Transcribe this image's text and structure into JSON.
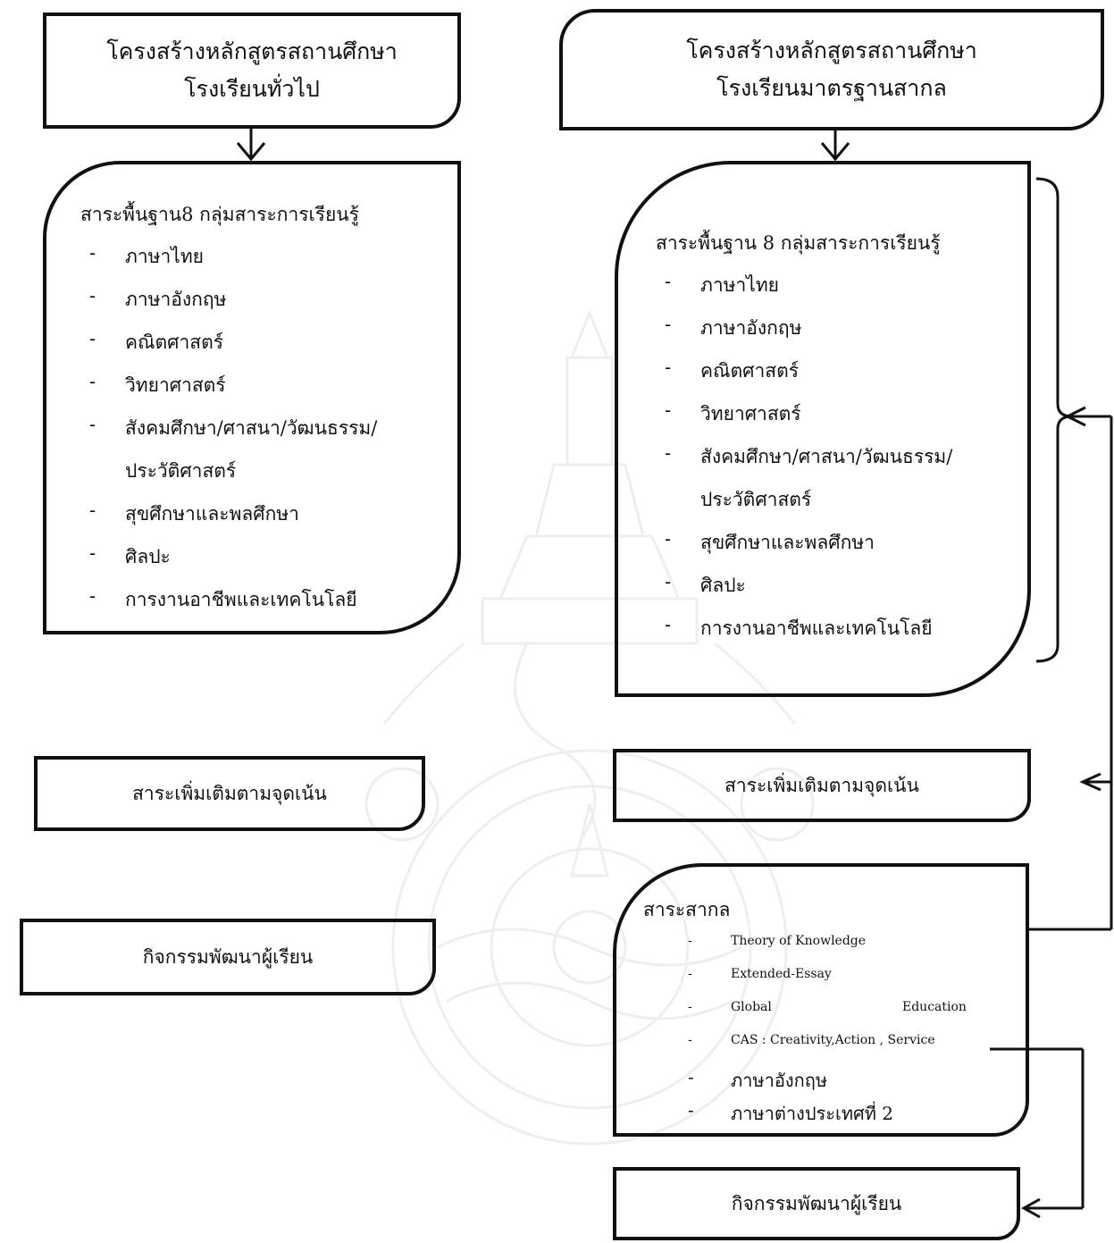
{
  "left": {
    "title": [
      "โครงสร้างหลักสูตรสถานศึกษา",
      "โรงเรียนทั่วไป"
    ],
    "core": {
      "heading": "สาระพื้นฐาน8 กลุ่มสาระการเรียนรู้",
      "items": [
        {
          "dash": "-",
          "text": "ภาษาไทย"
        },
        {
          "dash": "-",
          "text": "ภาษาอังกฤษ"
        },
        {
          "dash": "-",
          "text": "คณิตศาสตร์"
        },
        {
          "dash": "-",
          "text": "วิทยาศาสตร์"
        },
        {
          "dash": "-",
          "text": "สังคมศึกษา/ศาสนา/วัฒนธรรม/"
        },
        {
          "dash": "",
          "text": "ประวัติศาสตร์"
        },
        {
          "dash": "-",
          "text": "สุขศึกษาและพลศึกษา"
        },
        {
          "dash": "-",
          "text": "ศิลปะ"
        },
        {
          "dash": "-",
          "text": "การงานอาชีพและเทคโนโลยี"
        }
      ]
    },
    "additional": "สาระเพิ่มเติมตามจุดเน้น",
    "activities": "กิจกรรมพัฒนาผู้เรียน"
  },
  "right": {
    "title": [
      "โครงสร้างหลักสูตรสถานศึกษา",
      "โรงเรียนมาตรฐานสากล"
    ],
    "core": {
      "heading": "สาระพื้นฐาน 8 กลุ่มสาระการเรียนรู้",
      "items": [
        {
          "dash": "-",
          "text": "ภาษาไทย"
        },
        {
          "dash": "-",
          "text": "ภาษาอังกฤษ"
        },
        {
          "dash": "-",
          "text": "คณิตศาสตร์"
        },
        {
          "dash": "-",
          "text": "วิทยาศาสตร์"
        },
        {
          "dash": "-",
          "text": "สังคมศึกษา/ศาสนา/วัฒนธรรม/"
        },
        {
          "dash": "",
          "text": "ประวัติศาสตร์"
        },
        {
          "dash": "-",
          "text": "สุขศึกษาและพลศึกษา"
        },
        {
          "dash": "-",
          "text": "ศิลปะ"
        },
        {
          "dash": "-",
          "text": "การงานอาชีพและเทคโนโลยี"
        }
      ]
    },
    "additional": "สาระเพิ่มเติมตามจุดเน้น",
    "international": {
      "heading": "สาระสากล",
      "items": [
        {
          "dash": "-",
          "text": "Theory of Knowledge",
          "lang": "en"
        },
        {
          "dash": "-",
          "text": "Extended-Essay",
          "lang": "en"
        },
        {
          "dash": "-",
          "text_a": "Global",
          "text_b": "Education",
          "lang": "en"
        },
        {
          "dash": "-",
          "text": "CAS : Creativity,Action , Service",
          "lang": "en"
        },
        {
          "dash": "-",
          "text": "ภาษาอังกฤษ",
          "lang": "th"
        },
        {
          "dash": "-",
          "text": "ภาษาต่างประเทศที่ 2",
          "lang": "th"
        }
      ]
    },
    "activities": "กิจกรรมพัฒนาผู้เรียน"
  },
  "colors": {
    "stroke": "#111111",
    "watermark": "#b0b0b0"
  },
  "icons": [
    "arrow-down-icon",
    "arrow-left-icon",
    "university-seal-watermark"
  ]
}
